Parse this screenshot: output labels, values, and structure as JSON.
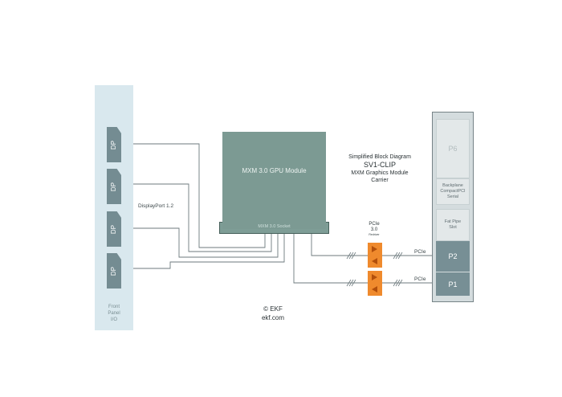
{
  "front_panel": {
    "connectors": [
      "DP",
      "DP",
      "DP",
      "DP"
    ],
    "label_lines": [
      "Front",
      "Panel",
      "I/O"
    ]
  },
  "displayport_label": "DisplayPort 1.2",
  "gpu": {
    "module_label": "MXM 3.0 GPU Module",
    "socket_label": "MXM 3.0 Socket"
  },
  "title": {
    "line1": "Simplified Block Diagram",
    "line2": "SV1-CLIP",
    "line3": "MXM Graphics Module",
    "line4": "Carrier"
  },
  "redriver": {
    "line1": "PCIe",
    "line2": "3.0",
    "line3": "Redriver"
  },
  "pcie_labels": [
    "PCIe",
    "PCIe"
  ],
  "backplane": {
    "p6": "P6",
    "cpci": [
      "Backplane",
      "CompactPCI",
      "Serial"
    ],
    "fatpipe": [
      "Fat Pipe",
      "Slot"
    ],
    "p2": "P2",
    "p1": "P1"
  },
  "copyright": {
    "line1": "© EKF",
    "line2": "ekf.com"
  },
  "colors": {
    "panel": "#d9e8ee",
    "connector": "#748c92",
    "gpu": "#7c9a93",
    "redriver": "#ef8a2d",
    "backplane_slot": "#778f95"
  }
}
